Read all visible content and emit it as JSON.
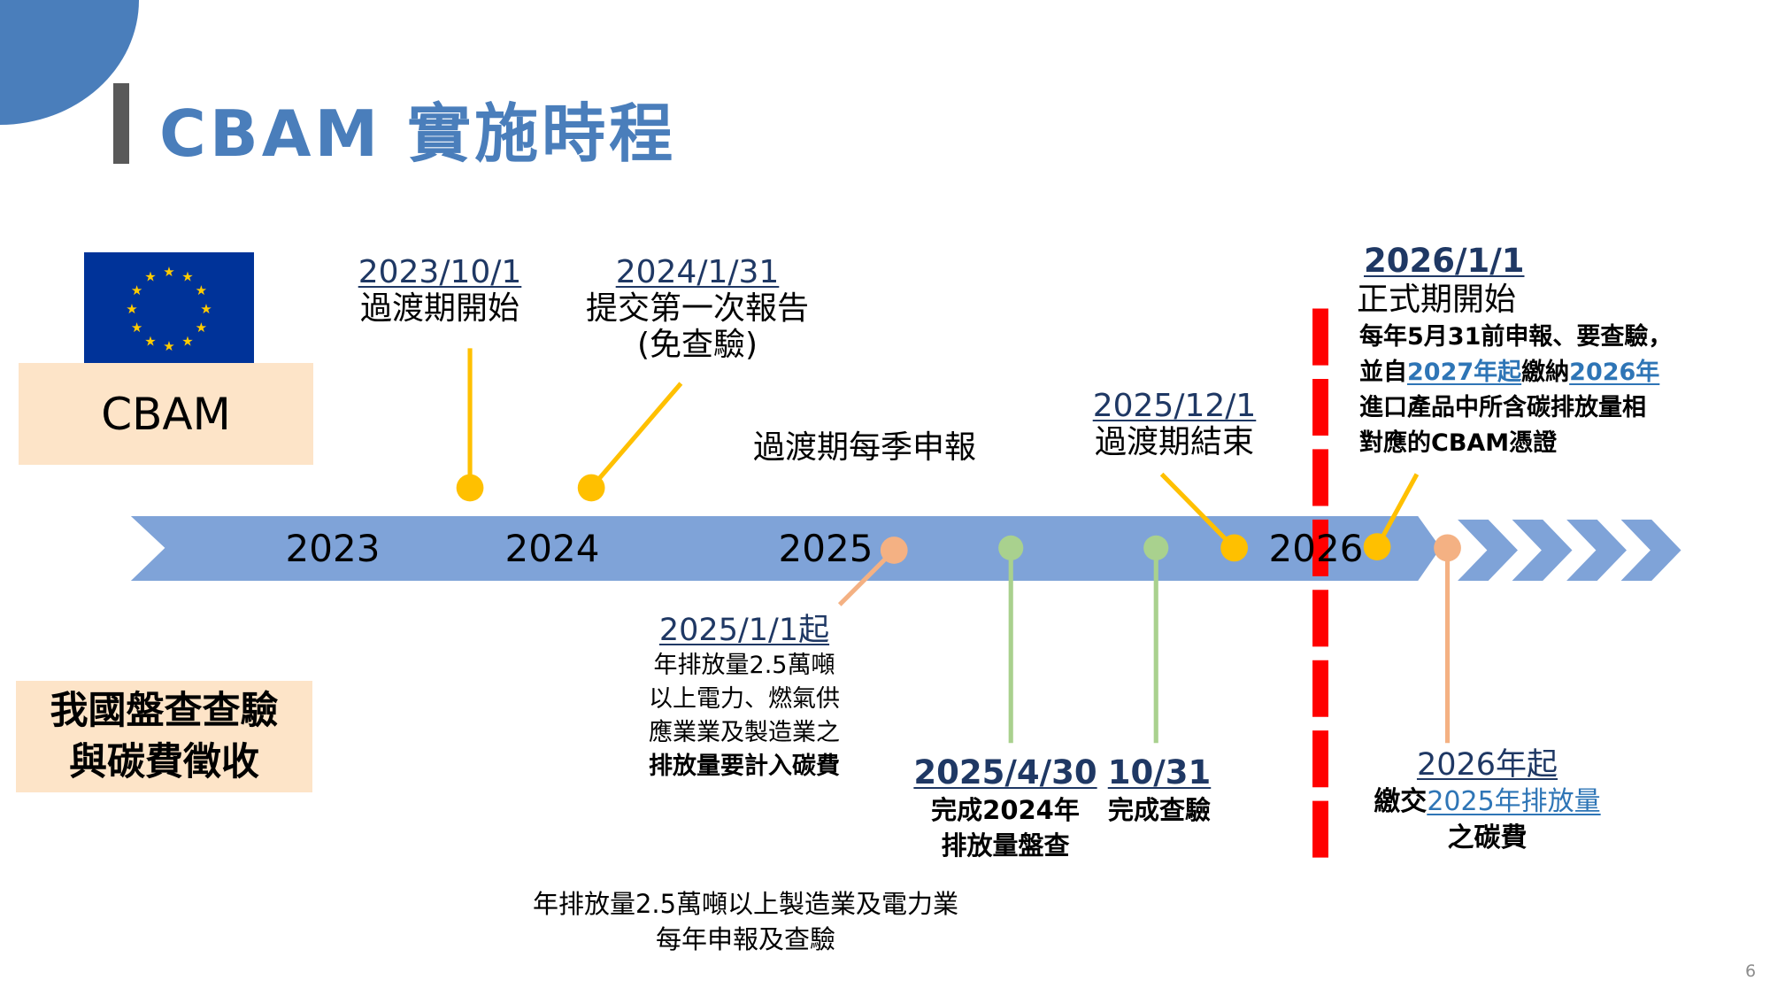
{
  "title": "CBAM 實施時程",
  "page_number": "6",
  "colors": {
    "title": "#4a7ebb",
    "timeline": "#7fa3d8",
    "yellow": "#ffc000",
    "peach": "#f4b183",
    "green": "#a9d18e",
    "red": "#ff0000",
    "navy": "#1f3864",
    "link": "#2e75b6"
  },
  "left": {
    "eu_flag_icon": "eu-flag-icon",
    "cbam_label": "CBAM",
    "taiwan_label_line1": "我國盤查查驗",
    "taiwan_label_line2": "與碳費徵收"
  },
  "timeline": {
    "years": [
      "2023",
      "2024",
      "2025",
      "2026"
    ]
  },
  "events_top": [
    {
      "date": "2023/10/1",
      "lines": [
        "過渡期開始"
      ]
    },
    {
      "date": "2024/1/31",
      "lines": [
        "提交第一次報告",
        "(免查驗)"
      ]
    },
    {
      "date": "",
      "lines": [
        "過渡期每季申報"
      ]
    },
    {
      "date": "2025/12/1",
      "lines": [
        "過渡期結束"
      ]
    }
  ],
  "formal": {
    "date": "2026/1/1",
    "heading": "正式期開始",
    "line1": "每年5月31前申報、要查驗，",
    "line2_a": "並自",
    "line2_b": "2027年起",
    "line2_c": "繳納",
    "line2_d": "2026年",
    "line3": "進口產品中所含碳排放量相",
    "line4": "對應的CBAM憑證"
  },
  "events_bottom": [
    {
      "date": "2025/1/1起",
      "lines": [
        "年排放量2.5萬噸",
        "以上電力、燃氣供",
        "應業業及製造業之"
      ],
      "bold_line": "排放量要計入碳費"
    },
    {
      "date": "2025/4/30",
      "lines": [
        "完成2024年",
        "排放量盤查"
      ]
    },
    {
      "date": "10/31",
      "lines": [
        "完成查驗"
      ]
    },
    {
      "date": "2026年起",
      "line_a": "繳交",
      "line_b": "2025年排放量",
      "line_c": "之碳費"
    }
  ],
  "bottom_note": [
    "年排放量2.5萬噸以上製造業及電力業",
    "每年申報及查驗"
  ]
}
